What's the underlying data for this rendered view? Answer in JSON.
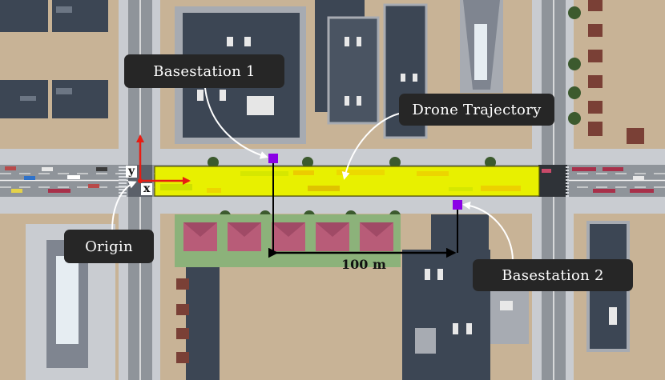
{
  "labels": {
    "basestation_1": "Basestation 1",
    "basestation_2": "Basestation 2",
    "drone_trajectory": "Drone Trajectory",
    "origin": "Origin",
    "distance": "100 m"
  },
  "axes": {
    "x": "x",
    "y": "y"
  },
  "colors": {
    "ground": "#c8b396",
    "road": "#8f949a",
    "building_roof": "#3c4654",
    "trajectory_fill": "#e8f000",
    "basestation_marker": "#8a00e6",
    "axis_arrow": "#e81c12",
    "label_bg": "#262626",
    "arrow": "#ffffff"
  },
  "icons": [
    "tree-icon",
    "house-icon",
    "car-icon"
  ]
}
